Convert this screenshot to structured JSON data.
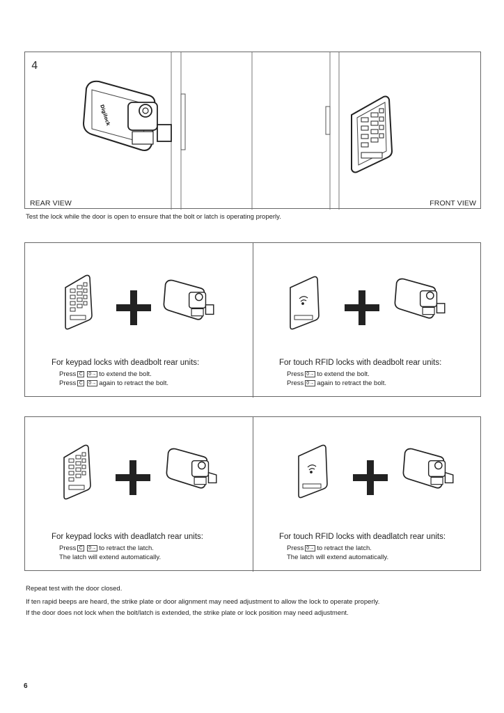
{
  "step": {
    "number": "4",
    "rear_view_label": "REAR VIEW",
    "front_view_label": "FRONT VIEW",
    "caption": "Test the lock while the door is open to ensure that the bolt or latch is operating properly.",
    "brand_on_unit": "Digilock"
  },
  "keys": {
    "clear": "C",
    "lock": "0→"
  },
  "panels": [
    {
      "title": "For keypad locks with deadbolt rear units:",
      "line1_pre": "Press",
      "line1_post": "to extend the bolt.",
      "line2_pre": "Press",
      "line2_post": "again to retract the bolt."
    },
    {
      "title": "For touch RFID locks with deadbolt rear units:",
      "line1_pre": "Press",
      "line1_post": "to extend the bolt.",
      "line2_pre": "Press",
      "line2_post": "again to retract the bolt."
    },
    {
      "title": "For keypad locks with deadlatch rear units:",
      "line1_pre": "Press",
      "line1_post": "to retract the latch.",
      "line2": "The latch will extend automatically."
    },
    {
      "title": "For touch RFID locks with deadlatch rear units:",
      "line1_pre": "Press",
      "line1_post": "to retract the latch.",
      "line2": "The latch will extend automatically."
    }
  ],
  "notes": {
    "line1": "Repeat test with the door closed.",
    "line2": "If ten rapid beeps are heard, the strike plate or door alignment may need adjustment to allow the lock to operate properly.",
    "line3": "If the door does not lock when the bolt/latch is extended, the strike plate or lock position may need adjustment."
  },
  "page_number": "6"
}
